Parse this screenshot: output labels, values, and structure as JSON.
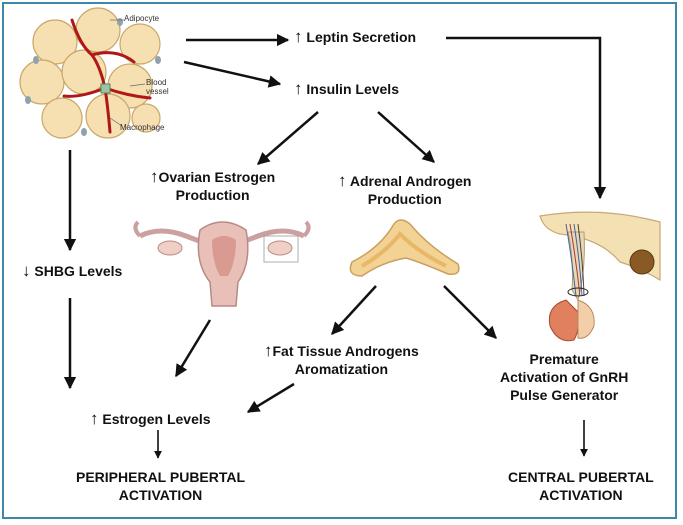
{
  "colors": {
    "frame": "#3c88a8",
    "arrow": "#111111",
    "fat": "#f6dfb1",
    "vessel": "#b01818",
    "organ": "#e9c0b8",
    "adrenal": "#f2d394",
    "pituitary": "#e0805e"
  },
  "symbols": {
    "up": "↑",
    "down": "↓"
  },
  "adipose_labels": {
    "adipocyte": "Adipocyte",
    "blood_vessel_1": "Blood",
    "blood_vessel_2": "vessel",
    "macrophage": "Macrophage"
  },
  "nodes": {
    "leptin": "Leptin Secretion",
    "insulin": "Insulin Levels",
    "ovarian_1": "Ovarian Estrogen",
    "ovarian_2": "Production",
    "adrenal_1": "Adrenal Androgen",
    "adrenal_2": "Production",
    "shbg": "SHBG Levels",
    "fat_1": "Fat Tissue Androgens",
    "fat_2": "Aromatization",
    "gnrh_1": "Premature",
    "gnrh_2": "Activation of GnRH",
    "gnrh_3": "Pulse Generator",
    "estrogen": "Estrogen Levels",
    "peripheral_1": "PERIPHERAL PUBERTAL",
    "peripheral_2": "ACTIVATION",
    "central_1": "CENTRAL PUBERTAL",
    "central_2": "ACTIVATION"
  }
}
